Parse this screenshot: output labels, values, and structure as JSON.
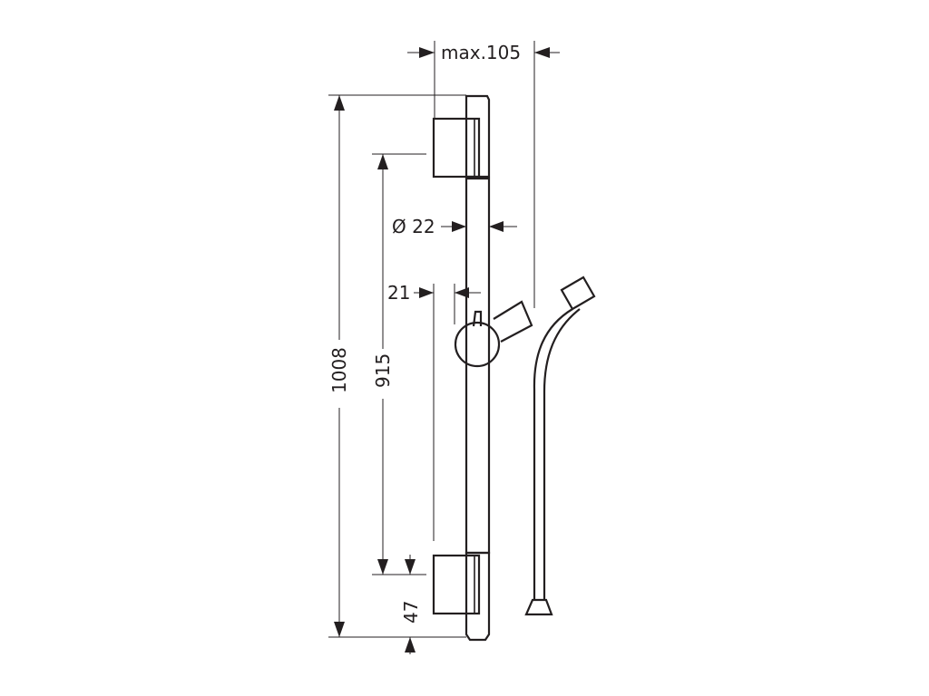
{
  "diagram": {
    "dimensions": {
      "max_projection": "max.105",
      "rail_diameter": "Ø 22",
      "bracket_offset": "21",
      "total_height": "1008",
      "bracket_spacing": "915",
      "bottom_offset": "47"
    }
  }
}
